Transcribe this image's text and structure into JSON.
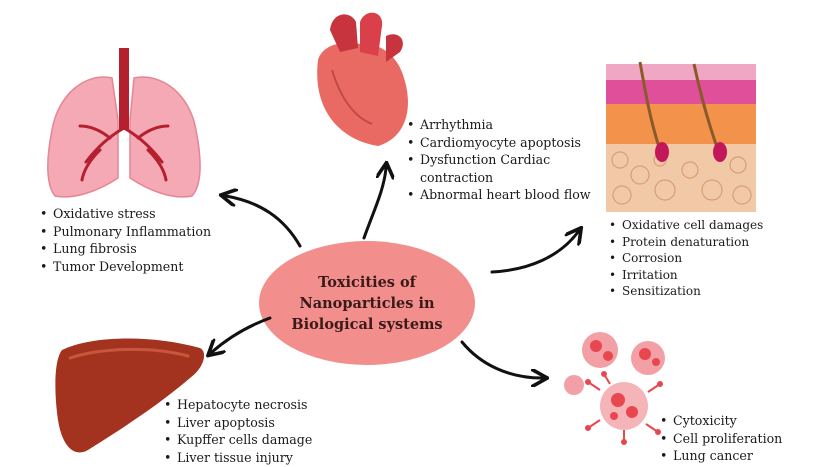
{
  "center": {
    "line1": "Toxicities of",
    "line2": "Nanoparticles in",
    "line3": "Biological systems"
  },
  "organs": {
    "lungs": {
      "icon": "lungs-icon",
      "effects": [
        "Oxidative stress",
        "Pulmonary Inflammation",
        "Lung fibrosis",
        "Tumor Development"
      ]
    },
    "heart": {
      "icon": "heart-icon",
      "effects": [
        "Arrhythmia",
        "Cardiomyocyte apoptosis",
        "Dysfunction Cardiac",
        "contraction",
        "Abnormal heart blood flow"
      ]
    },
    "skin": {
      "icon": "skin-cross-section-icon",
      "effects": [
        "Oxidative cell damages",
        "Protein denaturation",
        "Corrosion",
        "Irritation",
        "Sensitization"
      ]
    },
    "liver": {
      "icon": "liver-icon",
      "effects": [
        "Hepatocyte necrosis",
        "Liver apoptosis",
        "Kupffer cells damage",
        "Liver tissue injury"
      ]
    },
    "cells": {
      "icon": "cells-cluster-icon",
      "effects": [
        "Cytoxicity",
        "Cell proliferation",
        "Lung cancer"
      ]
    }
  },
  "colors": {
    "center_fill": "#f28e8b",
    "arrow": "#111111",
    "lung": "#f4a9b5",
    "heart": "#e5645e",
    "liver": "#a3331f",
    "cells": "#e8474f"
  }
}
